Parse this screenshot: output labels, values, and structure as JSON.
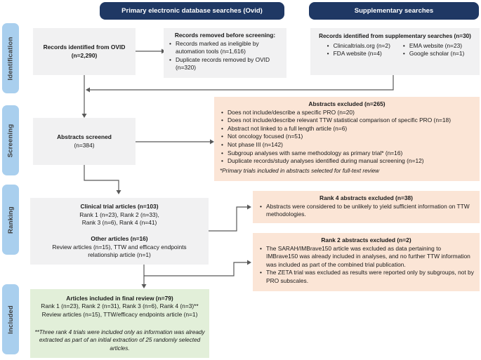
{
  "palette": {
    "header_navy": "#1f3864",
    "stage_blue": "#a9cfee",
    "box_gray": "#f1f1f2",
    "exclusion_peach": "#fbe5d6",
    "included_green": "#e2efd9",
    "arrow_gray": "#595959"
  },
  "headers": {
    "primary": "Primary electronic database searches (Ovid)",
    "supplementary": "Supplementary searches"
  },
  "stages": {
    "identification": "Identification",
    "screening": "Screening",
    "ranking": "Ranking",
    "included": "Included"
  },
  "boxes": {
    "ovid_records": {
      "title": "Records identified from OVID",
      "count": "(n=2,290)"
    },
    "records_removed": {
      "title": "Records removed before screening:",
      "bullets": [
        "Records marked as ineligible by automation tools (n=1,616)",
        "Duplicate records removed by OVID (n=320)"
      ]
    },
    "supplementary_records": {
      "title": "Records identified from supplementary searches (n=30)",
      "col1": [
        "Clinicaltrials.org (n=2)",
        "FDA website (n=4)"
      ],
      "col2": [
        "EMA website (n=23)",
        "Google scholar (n=1)"
      ]
    },
    "abstracts_screened": {
      "title": "Abstracts screened",
      "count": "(n=384)"
    },
    "abstracts_excluded": {
      "title": "Abstracts excluded (n=265)",
      "bullets": [
        "Does not include/describe a specific PRO (n=20)",
        "Does not include/describe relevant TTW statistical comparison of specific PRO (n=18)",
        "Abstract not linked to a full length article (n=6)",
        "Not oncology focused (n=51)",
        "Not phase III (n=142)",
        "Subgroup analyses with same methodology as primary trial* (n=16)",
        "Duplicate records/study analyses identified during manual screening (n=12)"
      ],
      "footnote": "*Primary trials included in abstracts selected for full-text review"
    },
    "trial_articles": {
      "title1": "Clinical trial articles (n=103)",
      "line1a": "Rank 1 (n=23), Rank 2 (n=33),",
      "line1b": "Rank 3 (n=6), Rank 4 (n=41)",
      "title2": "Other articles (n=16)",
      "line2a": "Review articles (n=15), TTW and efficacy endpoints",
      "line2b": "relationship article (n=1)"
    },
    "rank4_excluded": {
      "title": "Rank 4 abstracts excluded (n=38)",
      "bullets": [
        "Abstracts were considered to be unlikely to yield sufficient information on TTW methodologies."
      ]
    },
    "rank2_excluded": {
      "title": "Rank 2 abstracts excluded (n=2)",
      "bullets": [
        "The SARAH/IMBrave150 article was excluded as data pertaining to IMBrave150 was already included in analyses, and no further TTW information was included as part of the combined trial publication.",
        "The ZETA trial was excluded as results were reported only by subgroups, not by PRO subscales."
      ]
    },
    "final_review": {
      "title": "Articles included in final review (n=79)",
      "line1": "Rank 1 (n=23), Rank 2 (n=31), Rank 3 (n=6), Rank 4 (n=3)**",
      "line2": "Review articles (n=15), TTW/efficacy endpoints article (n=1)",
      "footnote": "**Three rank 4 trials were included only as information was already extracted as part of an initial extraction of 25 randomly selected articles."
    }
  }
}
